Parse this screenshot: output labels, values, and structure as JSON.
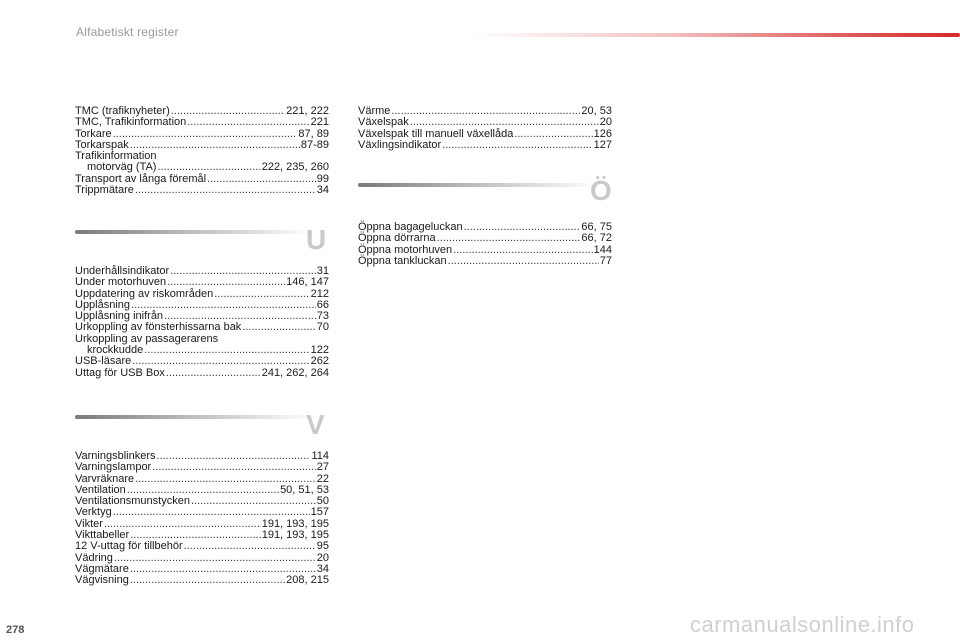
{
  "header": {
    "title": "Alfabetiskt register"
  },
  "sections": {
    "t": {
      "entries": [
        {
          "label": "TMC (trafiknyheter)",
          "pages": "221, 222"
        },
        {
          "label": "TMC, Trafikinformation",
          "pages": "221"
        },
        {
          "label": "Torkare",
          "pages": "87, 89"
        },
        {
          "label": "Torkarspak",
          "pages": "87-89"
        },
        {
          "label": "Trafikinformation",
          "pages": ""
        },
        {
          "label": "motorväg (TA)",
          "pages": "222, 235, 260"
        },
        {
          "label": "Transport av långa föremål",
          "pages": "99"
        },
        {
          "label": "Trippmätare",
          "pages": "34"
        }
      ]
    },
    "u": {
      "letter": "U",
      "entries": [
        {
          "label": "Underhållsindikator",
          "pages": "31"
        },
        {
          "label": "Under motorhuven",
          "pages": "146, 147"
        },
        {
          "label": "Uppdatering av riskområden",
          "pages": "212"
        },
        {
          "label": "Upplåsning",
          "pages": "66"
        },
        {
          "label": "Upplåsning inifrån",
          "pages": "73"
        },
        {
          "label": "Urkoppling av fönsterhissarna bak",
          "pages": "70"
        },
        {
          "label": "Urkoppling av passagerarens",
          "pages": ""
        },
        {
          "label": "krockkudde",
          "pages": "122"
        },
        {
          "label": "USB-läsare",
          "pages": "262"
        },
        {
          "label": "Uttag för USB Box",
          "pages": "241, 262, 264"
        }
      ]
    },
    "v": {
      "letter": "V",
      "entries": [
        {
          "label": "Varningsblinkers",
          "pages": "114"
        },
        {
          "label": "Varningslampor",
          "pages": "27"
        },
        {
          "label": "Varvräknare",
          "pages": "22"
        },
        {
          "label": "Ventilation",
          "pages": "50, 51, 53"
        },
        {
          "label": "Ventilationsmunstycken",
          "pages": "50"
        },
        {
          "label": "Verktyg",
          "pages": "157"
        },
        {
          "label": "Vikter",
          "pages": "191, 193, 195"
        },
        {
          "label": "Vikttabeller",
          "pages": "191, 193, 195"
        },
        {
          "label": "12 V-uttag för tillbehör",
          "pages": "95"
        },
        {
          "label": "Vädring",
          "pages": "20"
        },
        {
          "label": "Vägmätare",
          "pages": "34"
        },
        {
          "label": "Vägvisning",
          "pages": "208, 215"
        }
      ]
    },
    "a_ring": {
      "entries": [
        {
          "label": "Värme",
          "pages": "20, 53"
        },
        {
          "label": "Växelspak",
          "pages": "20"
        },
        {
          "label": "Växelspak till manuell växellåda",
          "pages": "126"
        },
        {
          "label": "Växlingsindikator",
          "pages": "127"
        }
      ]
    },
    "o_umlaut": {
      "letter": "Ö",
      "entries": [
        {
          "label": "Öppna bagageluckan",
          "pages": "66, 75"
        },
        {
          "label": "Öppna dörrarna",
          "pages": "66, 72"
        },
        {
          "label": "Öppna motorhuven",
          "pages": "144"
        },
        {
          "label": "Öppna tankluckan",
          "pages": "77"
        }
      ]
    }
  },
  "footer": {
    "page_number": "278",
    "watermark": "carmanualsonline.info"
  }
}
